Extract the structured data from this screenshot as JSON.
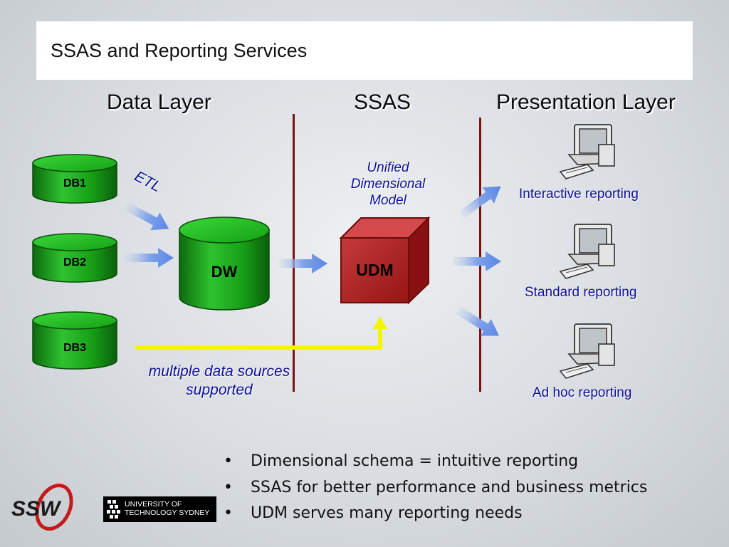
{
  "slide": {
    "title": "SSAS and Reporting Services"
  },
  "columns": {
    "data_layer": "Data Layer",
    "ssas": "SSAS",
    "presentation_layer": "Presentation Layer"
  },
  "data_layer": {
    "sources": [
      "DB1",
      "DB2",
      "DB3"
    ],
    "etl_label": "ETL",
    "warehouse": "DW",
    "note": "multiple data sources supported"
  },
  "ssas": {
    "model_caption": "Unified Dimensional Model",
    "cube_label": "UDM"
  },
  "presentation": {
    "reports": [
      "Interactive reporting",
      "Standard reporting",
      "Ad hoc reporting"
    ]
  },
  "bullets": [
    "Dimensional schema = intuitive reporting",
    "SSAS for better performance and business metrics",
    "UDM serves many reporting needs"
  ],
  "logos": {
    "ssw": "SSW",
    "uts_line1": "UNIVERSITY OF",
    "uts_line2": "TECHNOLOGY SYDNEY"
  },
  "colors": {
    "cylinder_green": "#1a9a1a",
    "cube_red": "#b11a1a",
    "divider": "#7a1212",
    "arrow_blue": "#6f96e8",
    "flow_yellow": "#f5f500",
    "label_blue": "#10109a"
  }
}
